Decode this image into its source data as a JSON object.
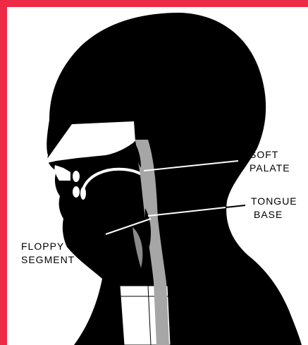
{
  "colors": {
    "border": "#ee2b47",
    "background": "#ffffff",
    "silhouette": "#000000",
    "airway": "#a6a6a6"
  },
  "labels": {
    "soft_palate": {
      "line1": "SOFT",
      "line2": "PALATE"
    },
    "tongue_base": {
      "line1": "TONGUE",
      "line2": "BASE"
    },
    "floppy_segment": {
      "line1": "FLOPPY",
      "line2": "SEGMENT"
    }
  }
}
